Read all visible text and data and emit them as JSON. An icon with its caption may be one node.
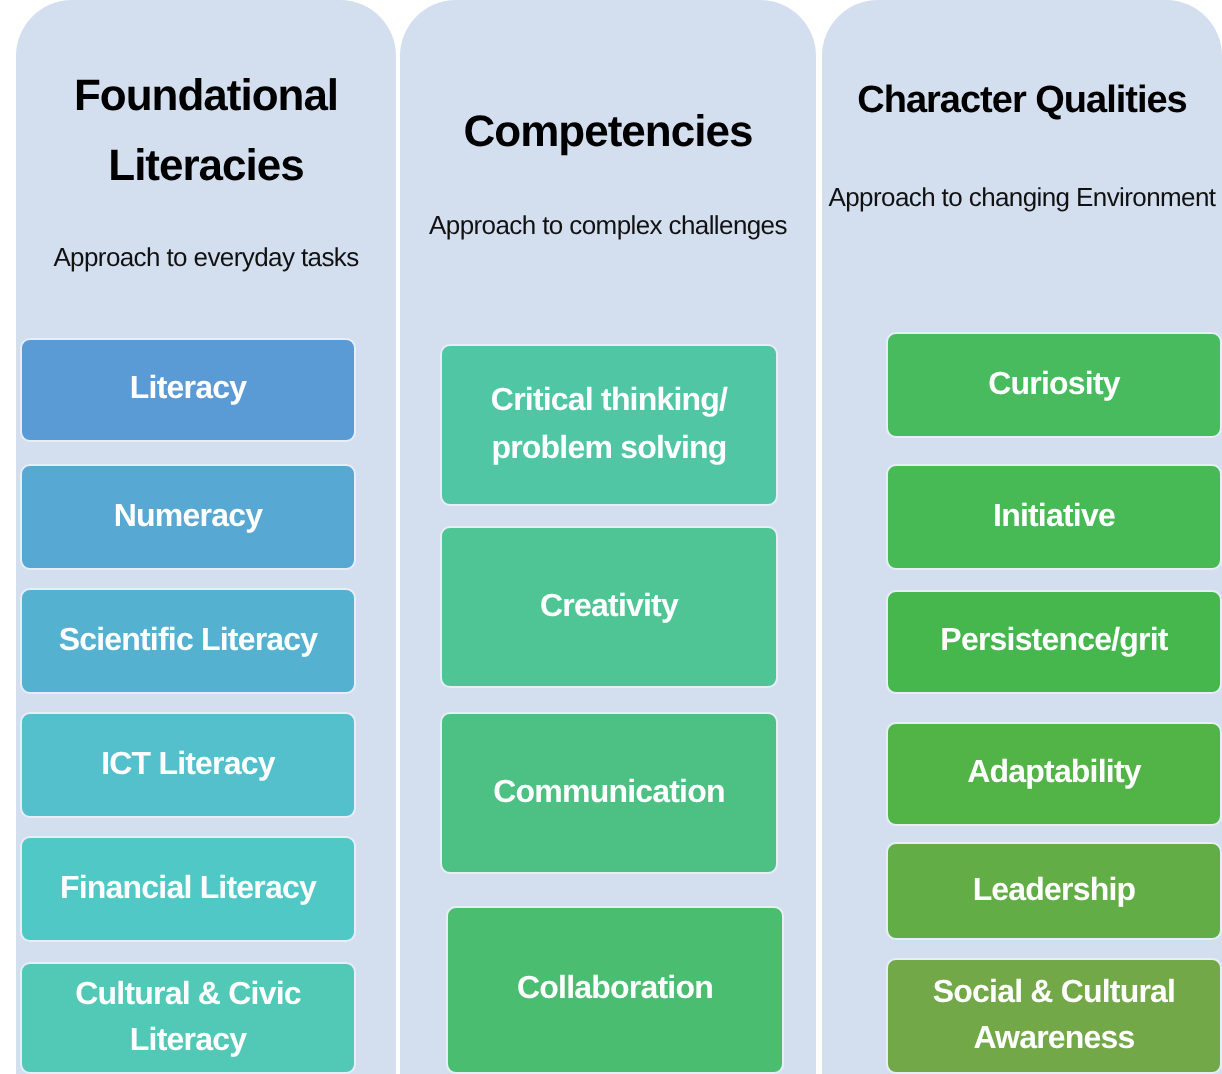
{
  "diagram": {
    "nodes": [
      {
        "text": [
          "Foundational Literacies",
          "Approach to everyday tasks"
        ]
      },
      {
        "text": [
          "Literacy"
        ],
        "in": 0
      },
      {
        "text": [
          "Numeracy"
        ],
        "in": 0
      },
      {
        "text": [
          "Scientific Literacy"
        ],
        "in": 0
      },
      {
        "text": [
          "ICT Literacy"
        ],
        "in": 0
      },
      {
        "text": [
          "Financial Literacy"
        ],
        "in": 0
      },
      {
        "text": [
          "Cultural & Civic Literacy"
        ],
        "in": 0
      },
      {
        "text": [
          "Competencies",
          "Approach to complex challenges"
        ]
      },
      {
        "text": [
          "Critical thinking/ problem solving"
        ],
        "in": 7
      },
      {
        "text": [
          "Creativity"
        ],
        "in": 7
      },
      {
        "text": [
          "Communication"
        ],
        "in": 7
      },
      {
        "text": [
          "Collaboration"
        ],
        "in": 7
      },
      {
        "text": [
          "Character Qualities",
          "Approach to changing Environment"
        ]
      },
      {
        "text": [
          "Curiosity"
        ],
        "in": 12
      },
      {
        "text": [
          "Initiative"
        ],
        "in": 12
      },
      {
        "text": [
          "Persistence/grit"
        ],
        "in": 12
      },
      {
        "text": [
          "Adaptability"
        ],
        "in": 12
      },
      {
        "text": [
          "Leadership"
        ],
        "in": 12
      },
      {
        "text": [
          "Social & Cultural Awareness"
        ],
        "in": 12
      }
    ]
  }
}
